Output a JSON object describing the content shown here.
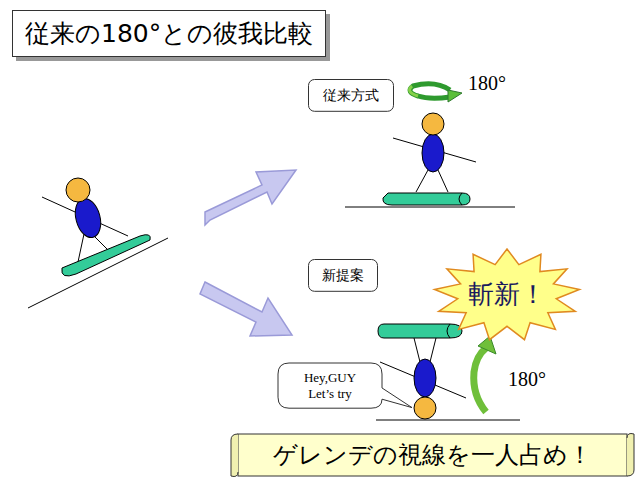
{
  "diagram": {
    "title": "従来の180°との彼我比較",
    "nodes": [
      {
        "text": [
          "従来方式"
        ]
      },
      {
        "text": [
          "新提案"
        ]
      },
      {
        "text": [
          "斬新！"
        ]
      },
      {
        "text": [
          "Hey,GUY Let’s try"
        ]
      },
      {
        "text": [
          "ゲレンデの視線を一人占め！"
        ]
      }
    ],
    "labels": [
      "180°",
      "180°"
    ]
  }
}
